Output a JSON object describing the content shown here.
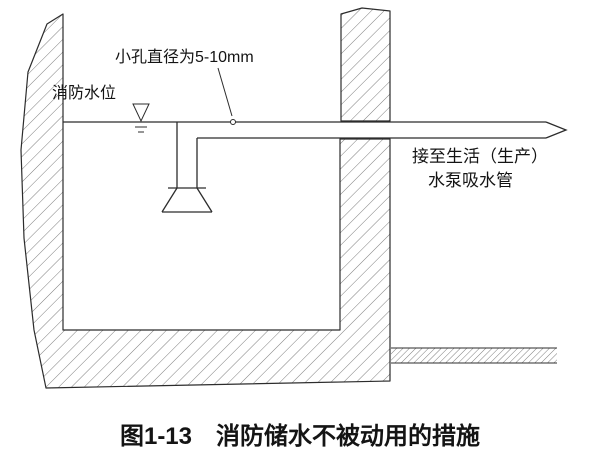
{
  "figure": {
    "annotations": {
      "hole": "小孔直径为5-10mm",
      "water_level": "消防水位",
      "outlet_line1": "接至生活（生产）",
      "outlet_line2": "水泵吸水管"
    },
    "caption": "图1-13　消防储水不被动用的措施",
    "colors": {
      "line": "#2c2c2c",
      "hatch": "#6f6f6f",
      "background": "#ffffff"
    }
  }
}
